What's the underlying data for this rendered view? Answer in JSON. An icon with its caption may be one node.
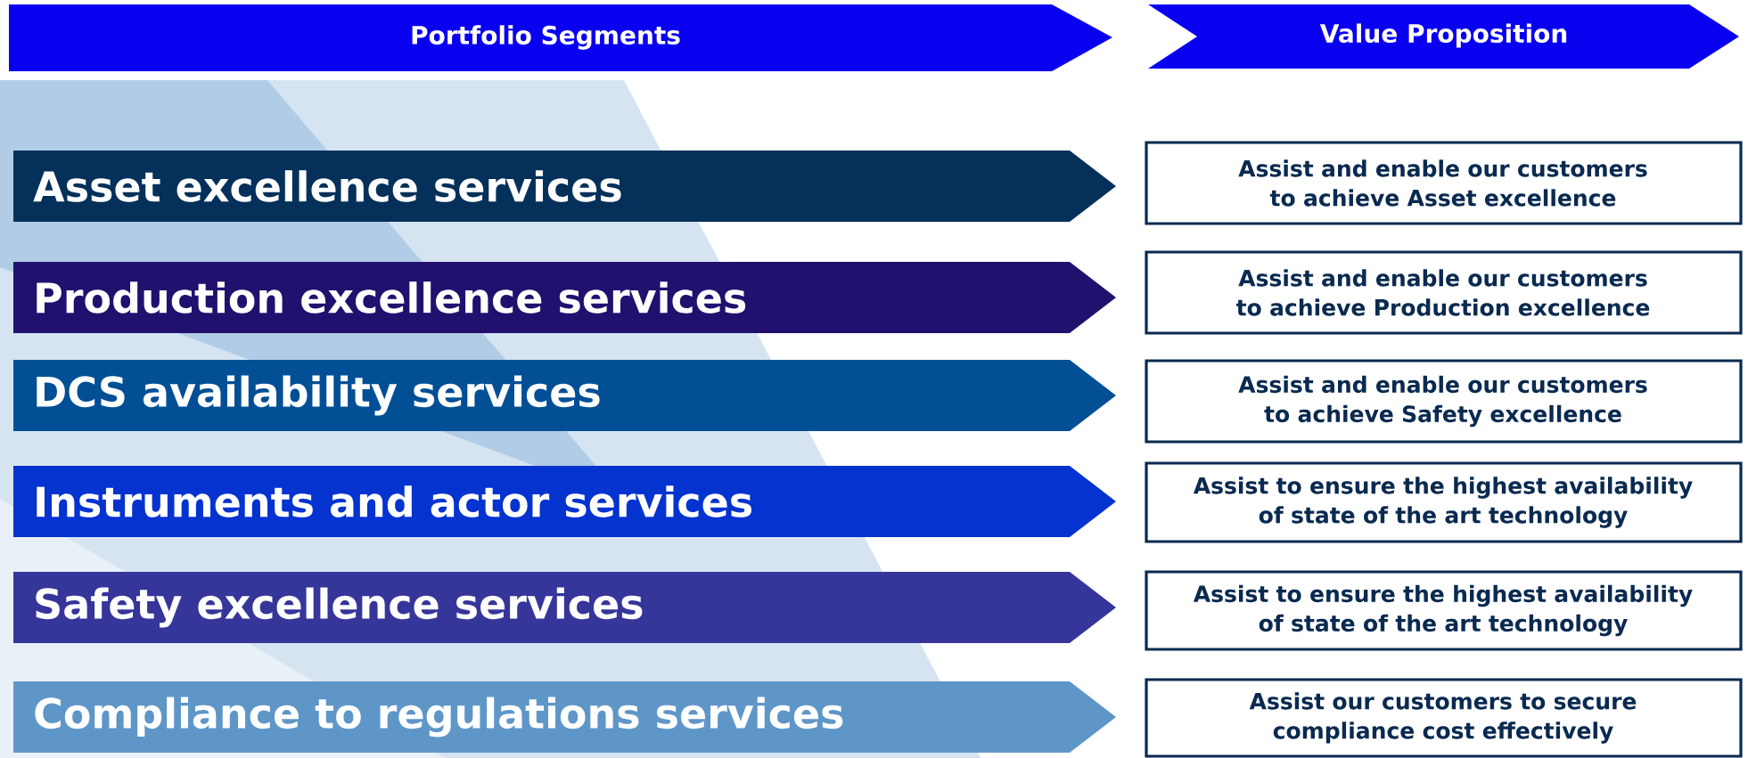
{
  "diagram": {
    "nodes": [
      {
        "text": [
          "Portfolio Segments"
        ]
      },
      {
        "text": [
          "Value Proposition"
        ]
      },
      {
        "text": [
          "Asset excellence services"
        ]
      },
      {
        "text": [
          "Assist and enable our customers to achieve Asset excellence"
        ]
      },
      {
        "text": [
          "Production excellence services"
        ]
      },
      {
        "text": [
          "Assist and enable our customers to achieve Production excellence"
        ]
      },
      {
        "text": [
          "DCS availability services"
        ]
      },
      {
        "text": [
          "Assist and enable our customers to achieve Safety excellence"
        ]
      },
      {
        "text": [
          "Instruments and actor services"
        ]
      },
      {
        "text": [
          "Assist to ensure the highest availability of state of the art technology"
        ]
      },
      {
        "text": [
          "Safety excellence services"
        ]
      },
      {
        "text": [
          "Assist to ensure the highest availability of state of the art technology"
        ]
      },
      {
        "text": [
          "Compliance to regulations services"
        ]
      },
      {
        "text": [
          "Assist our customers to secure compliance cost effectively"
        ]
      }
    ]
  }
}
